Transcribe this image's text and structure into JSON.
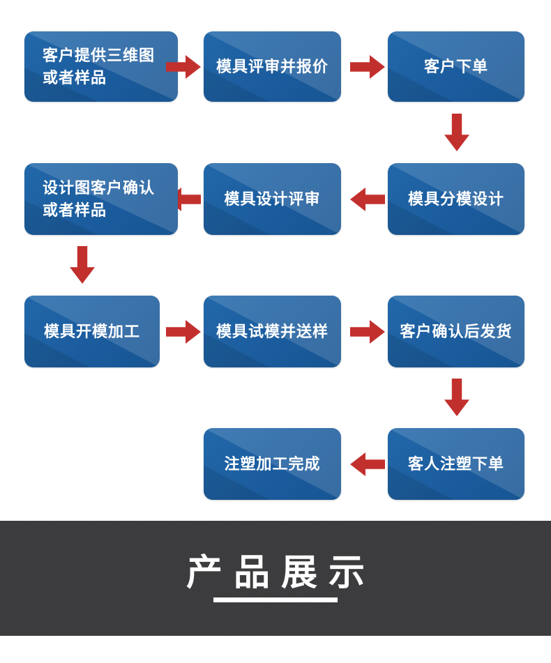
{
  "flowchart": {
    "steps": [
      {
        "label": "客户提供三维图\n或者样品"
      },
      {
        "label": "模具评审并报价"
      },
      {
        "label": "客户下单"
      },
      {
        "label": "模具分模设计"
      },
      {
        "label": "模具设计评审"
      },
      {
        "label": "设计图客户确认\n或者样品"
      },
      {
        "label": "模具开模加工"
      },
      {
        "label": "模具试模并送样"
      },
      {
        "label": "客户确认后发货"
      },
      {
        "label": "客人注塑下单"
      },
      {
        "label": "注塑加工完成"
      }
    ]
  },
  "banner": {
    "title": "产品展示"
  },
  "colors": {
    "box_blue": "#1b5c9e",
    "box_blue_highlight": "#2e72b0",
    "arrow_red": "#c2302d",
    "banner_bg": "#353537",
    "banner_text": "#ffffff",
    "box_text": "#ffffff"
  }
}
